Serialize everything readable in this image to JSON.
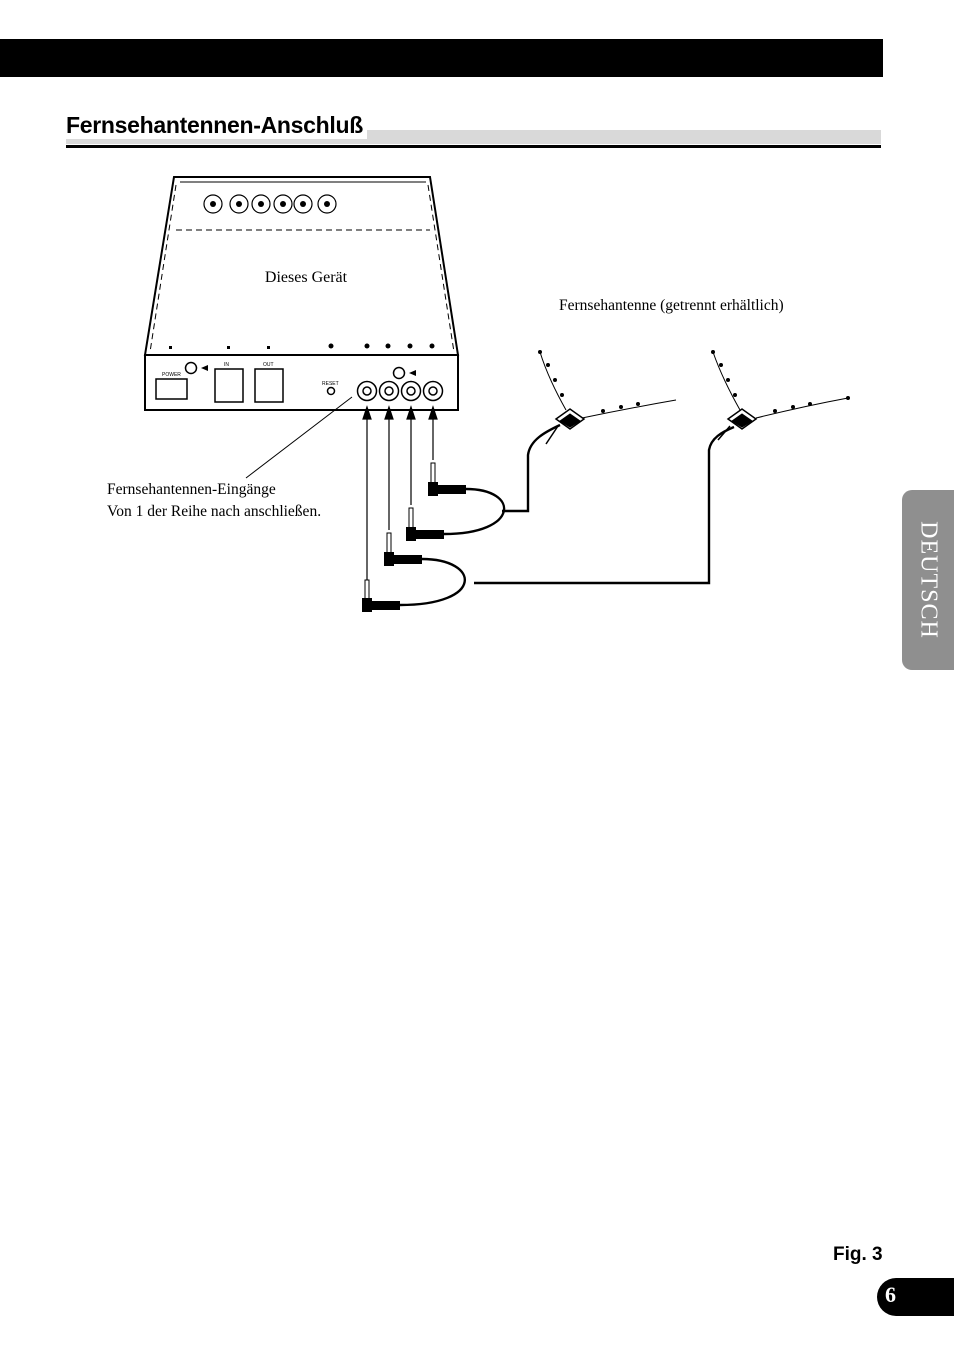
{
  "page": {
    "heading": "Fernsehantennen-Anschluß",
    "side_tab": "DEUTSCH",
    "fig_label": "Fig. 3",
    "page_number": "6"
  },
  "diagram": {
    "device_label": "Dieses Gerät",
    "antenna_label": "Fernsehantenne (getrennt erhältlich)",
    "inputs_label_line1": "Fernsehantennen-Eingänge",
    "inputs_label_line2": "Von 1 der Reihe nach anschließen.",
    "panel": {
      "power": "POWER",
      "in": "IN",
      "out": "OUT",
      "reset": "RESET"
    }
  }
}
